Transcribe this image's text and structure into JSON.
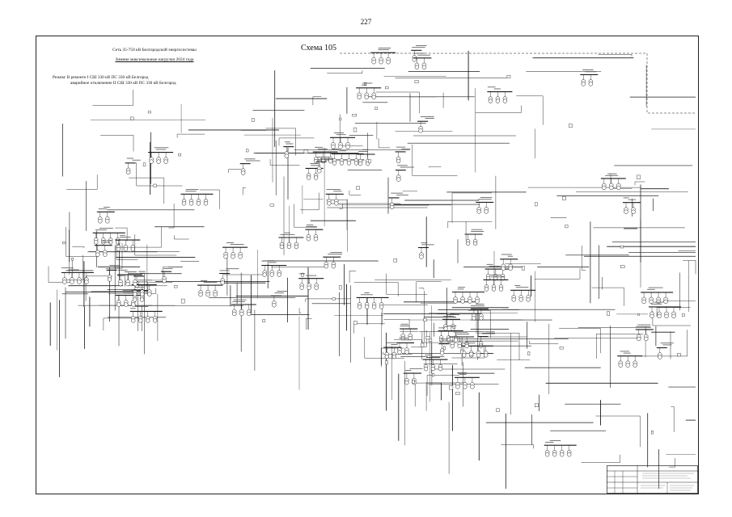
{
  "page_number": "227",
  "scheme_label": "Схема 105",
  "title": {
    "line1": "Сеть 35-750 кВ Белгородской энергосистемы",
    "period": "Зимние максимальные нагрузки 2024 года"
  },
  "mode": {
    "line1": "Режим: В ремонте I СШ 330 кВ ПС 330 кВ Белгород",
    "line2": "аварийное отключение II СШ 330 кВ ПС 330 кВ Белгород"
  },
  "colors": {
    "ink": "#1a1a1a",
    "frame": "#222222",
    "paper": "#ffffff"
  }
}
